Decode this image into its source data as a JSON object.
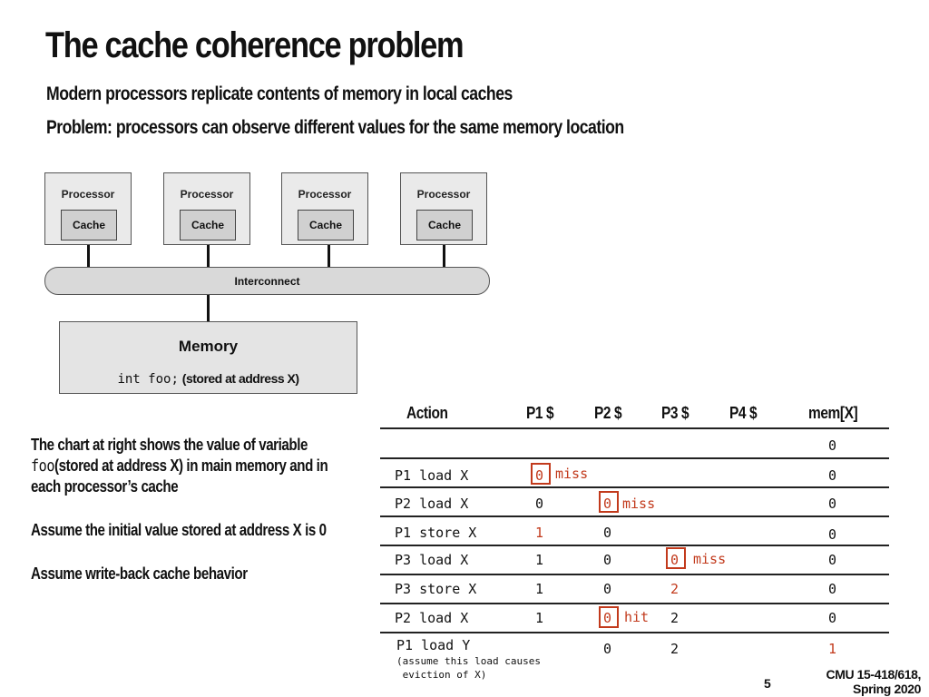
{
  "slide": {
    "title": "The cache coherence problem",
    "bullets": [
      "Modern processors replicate contents of memory in local caches",
      "Problem: processors can observe different values for the same memory location"
    ]
  },
  "diagram": {
    "processor_label": "Processor",
    "cache_label": "Cache",
    "interconnect_label": "Interconnect",
    "memory_label": "Memory",
    "memory_code": "int foo;",
    "memory_note": "(stored at address X)"
  },
  "left_text": {
    "line1": "The chart at right shows the value of variable",
    "line2_code": "foo",
    "line2_rest": "(stored at address X) in main memory and in",
    "line3": "each processor’s cache",
    "assume1": "Assume the initial value stored at address X is 0",
    "assume2": "Assume write-back cache behavior"
  },
  "table": {
    "headers": [
      "Action",
      "P1 $",
      "P2 $",
      "P3 $",
      "P4 $",
      "mem[X]"
    ],
    "rows": [
      {
        "action": "",
        "p1": "",
        "p2": "",
        "p3": "",
        "p4": "",
        "mem": "0",
        "note": ""
      },
      {
        "action": "P1 load X",
        "p1": "0",
        "p1_status": "miss",
        "p2": "",
        "p3": "",
        "p4": "",
        "mem": "0"
      },
      {
        "action": "P2 load X",
        "p1": "0",
        "p2": "0",
        "p2_status": "miss",
        "p3": "",
        "p4": "",
        "mem": "0"
      },
      {
        "action": "P1 store X",
        "p1": "1",
        "p2": "0",
        "p3": "",
        "p4": "",
        "mem": "0"
      },
      {
        "action": "P3 load X",
        "p1": "1",
        "p2": "0",
        "p3": "0",
        "p3_status": "miss",
        "p4": "",
        "mem": "0"
      },
      {
        "action": "P3 store X",
        "p1": "1",
        "p2": "0",
        "p3": "2",
        "p4": "",
        "mem": "0"
      },
      {
        "action": "P2 load X",
        "p1": "1",
        "p2": "0",
        "p2_status": "hit",
        "p3": "2",
        "p4": "",
        "mem": "0"
      },
      {
        "action": "P1 load Y",
        "note": "(assume this load causes\n eviction of X)",
        "p1": "",
        "p2": "0",
        "p3": "2",
        "p4": "",
        "mem": "1"
      }
    ]
  },
  "footer": {
    "page": "5",
    "course_line1": "CMU 15-418/618,",
    "course_line2": "Spring 2020"
  },
  "colors": {
    "highlight": "#c23a1c"
  }
}
